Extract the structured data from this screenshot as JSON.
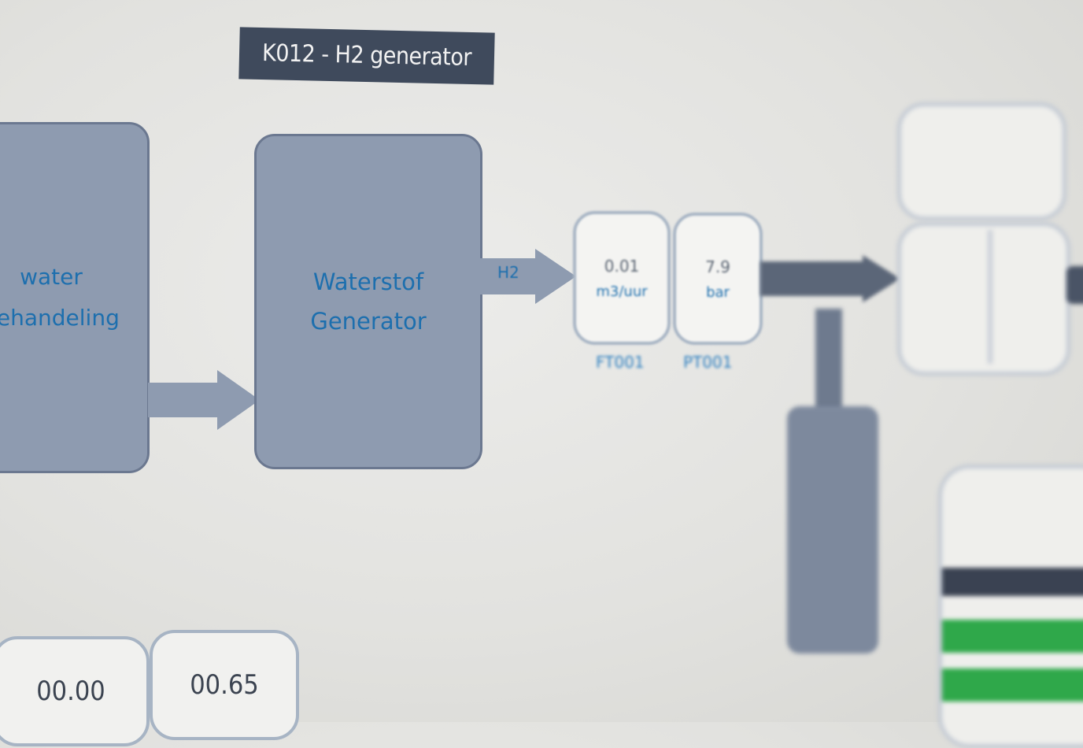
{
  "header": {
    "title": "K012 - H2 generator"
  },
  "blocks": {
    "water": {
      "label": "water\nbehandeling"
    },
    "generator": {
      "label": "Waterstof\nGenerator"
    }
  },
  "flows": {
    "h2_label": "H2"
  },
  "meters": [
    {
      "value": "0.01",
      "unit": "m3/uur",
      "tag": "FT001"
    },
    {
      "value": "7.9",
      "unit": "bar",
      "tag": "PT001"
    }
  ],
  "bottom_values": [
    {
      "value": "00.00"
    },
    {
      "value": "00.65"
    }
  ],
  "colors": {
    "block_fill": "#8e9bb0",
    "label_blue": "#1d6fae",
    "title_bg": "#3f4a5c",
    "status_green": "#2fa84a"
  }
}
